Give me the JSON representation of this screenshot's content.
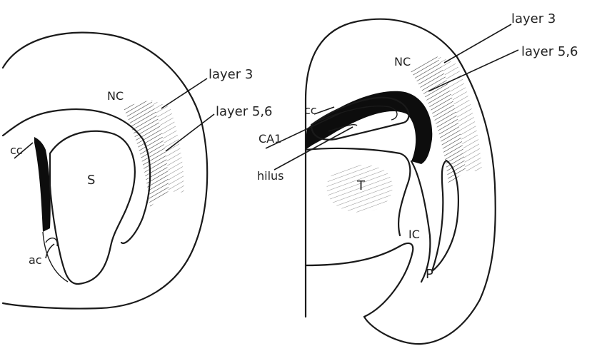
{
  "labels": {
    "left": {
      "nc": "NC",
      "layer3": "layer 3",
      "layer56": "layer 5,6",
      "cc": "cc",
      "s": "S",
      "ac": "ac"
    },
    "right": {
      "nc": "NC",
      "layer3": "layer 3",
      "layer56": "layer 5,6",
      "cc": "cc",
      "ca1": "CA1",
      "hilus": "hilus",
      "t": "T",
      "ic": "IC",
      "p": "P"
    }
  }
}
